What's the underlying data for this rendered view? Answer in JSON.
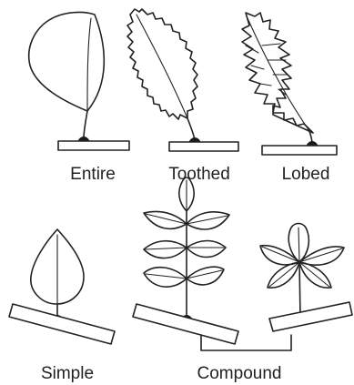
{
  "labels": {
    "entire": "Entire",
    "toothed": "Toothed",
    "lobed": "Lobed",
    "simple": "Simple",
    "compound": "Compound"
  },
  "colors": {
    "ink": "#222222",
    "background": "#ffffff"
  }
}
